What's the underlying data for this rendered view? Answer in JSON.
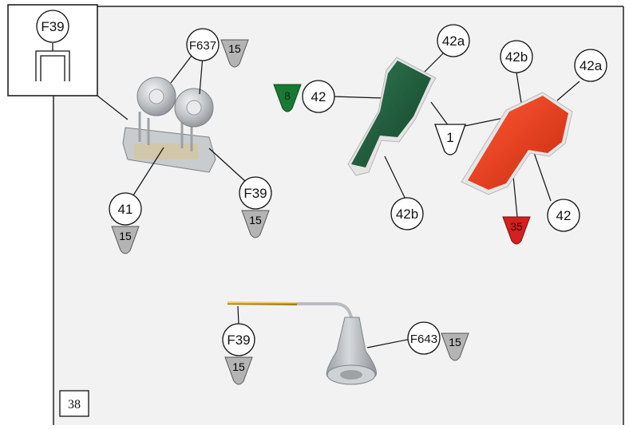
{
  "page": {
    "number": "38"
  },
  "legend": {
    "code": "F39"
  },
  "parts": {
    "headlights": {
      "code": "F637",
      "paint": "15"
    },
    "headlight_bar": {
      "code": "41",
      "paint": "15"
    },
    "headlight_bar_joint": {
      "code": "F39",
      "paint": "15"
    },
    "green_panel": {
      "main": "42",
      "upper": "42a",
      "lower": "42b",
      "paint": "8"
    },
    "red_panel": {
      "main": "42",
      "upper": "42a",
      "side": "42b",
      "paint": "35"
    },
    "shared_part": {
      "code": "1"
    },
    "bell": {
      "code": "F643",
      "paint": "15"
    },
    "bell_rod": {
      "code": "F39",
      "paint": "15"
    }
  },
  "colors": {
    "green_paint": "#187a33",
    "red_paint": "#d4201e",
    "grey_paint": "#b4b4b4",
    "green_part": "#1f5a3a",
    "red_part": "#e0371c",
    "brass": "#c99a2e",
    "metal": "#c8cbcf"
  }
}
